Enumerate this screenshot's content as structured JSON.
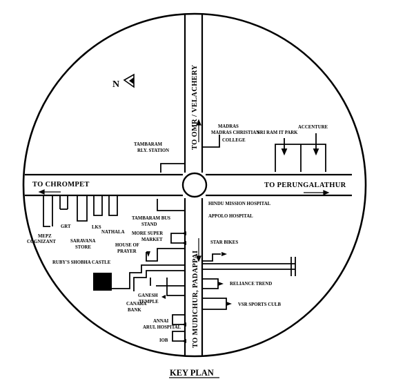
{
  "map": {
    "title": "KEY PLAN",
    "north_marker": "N",
    "roads": {
      "west": "TO CHROMPET",
      "east": "TO PERUNGALATHUR",
      "north": "TO OMR / VELACHERY",
      "south": "TO MUDICHUR, PADAPPAI"
    },
    "landmarks": {
      "madras": "MADRAS",
      "mcc": "MADRAS CHRISTIAN",
      "college": "COLLEGE",
      "accenture": "ACCENTURE",
      "sriram": "SRI RAM IT PARK",
      "tambaram_rly_1": "TAMBARAM",
      "tambaram_rly_2": "RLY. STATION",
      "hindu_mission": "HINDU MISSION HOSPITAL",
      "apollo": "APPOLO HOSPITAL",
      "bus_stand_1": "TAMBARAM BUS",
      "bus_stand_2": "STAND",
      "more_1": "MORE SUPER",
      "more_2": "MARKET",
      "house_1": "HOUSE OF",
      "house_2": "PRAYER",
      "mepz_1": "MEPZ",
      "mepz_2": "COGNIZANT",
      "grt": "GRT",
      "lks": "LKS",
      "nathala": "NATHALA",
      "saravana_1": "SARAVANA",
      "saravana_2": "STORE",
      "rubys": "RUBY'S SHOBHA CASTLE",
      "ganesh_1": "GANESH",
      "ganesh_2": "TEMPLE",
      "canara_1": "CANARA",
      "canara_2": "BANK",
      "annai_1": "ANNAI",
      "annai_2": "ARUL HOSPITAL",
      "iob": "IOB",
      "star_bikes": "STAR BIKES",
      "reliance": "RELIANCE TREND",
      "vsr": "VSR SPORTS CULB"
    }
  }
}
